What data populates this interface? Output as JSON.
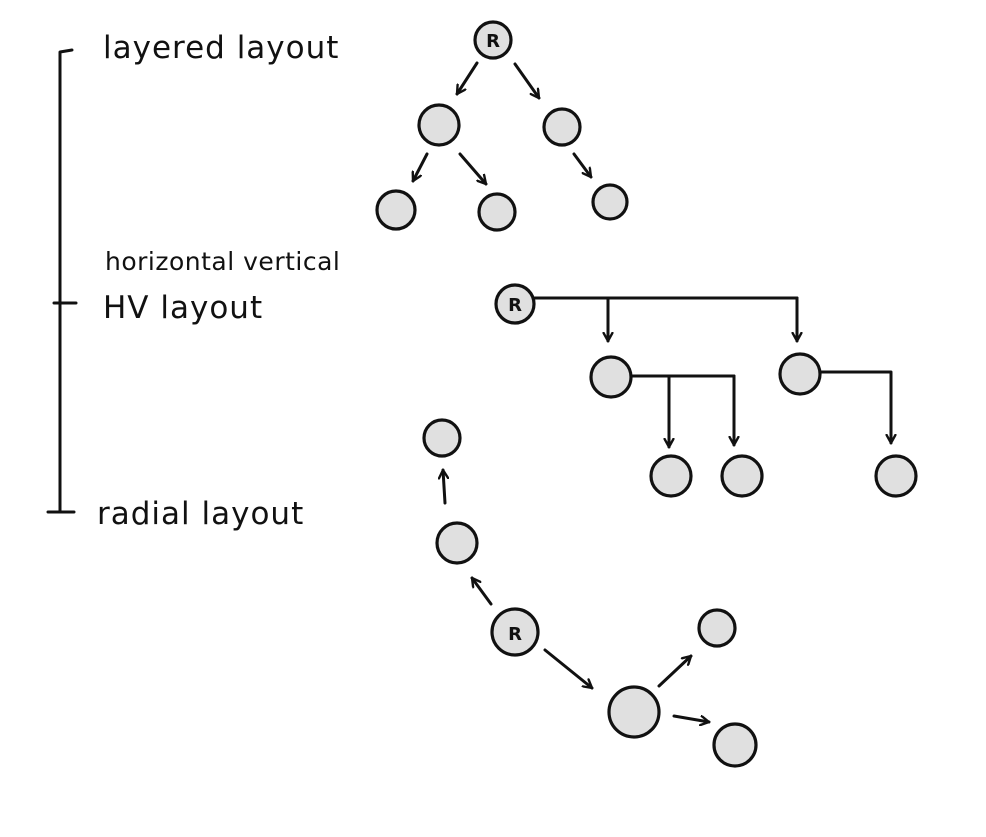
{
  "labels": {
    "layered": "layered layout",
    "hv_subtitle": "horizontal vertical",
    "hv": "HV layout",
    "radial": "radial layout"
  },
  "root_label": "R",
  "colors": {
    "node_fill": "#e0e0e0",
    "stroke": "#111111",
    "background": "#ffffff"
  }
}
